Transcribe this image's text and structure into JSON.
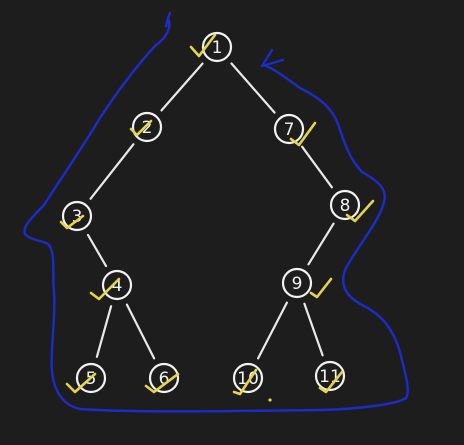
{
  "diagram": {
    "type": "binary-tree-traversal-sketch",
    "nodes": [
      {
        "id": "n1",
        "label": "1"
      },
      {
        "id": "n2",
        "label": "2"
      },
      {
        "id": "n3",
        "label": "3"
      },
      {
        "id": "n4",
        "label": "4"
      },
      {
        "id": "n5",
        "label": "5"
      },
      {
        "id": "n6",
        "label": "6"
      },
      {
        "id": "n7",
        "label": "7"
      },
      {
        "id": "n8",
        "label": "8"
      },
      {
        "id": "n9",
        "label": "9"
      },
      {
        "id": "n10",
        "label": "10"
      },
      {
        "id": "n11",
        "label": "11"
      }
    ],
    "edges": [
      [
        "1",
        "2"
      ],
      [
        "2",
        "3"
      ],
      [
        "3",
        "4"
      ],
      [
        "4",
        "5"
      ],
      [
        "4",
        "6"
      ],
      [
        "1",
        "7"
      ],
      [
        "7",
        "8"
      ],
      [
        "8",
        "9"
      ],
      [
        "9",
        "10"
      ],
      [
        "9",
        "11"
      ]
    ],
    "visited_marks": [
      "1",
      "2",
      "3",
      "4",
      "5",
      "6",
      "7",
      "8",
      "9",
      "10",
      "11"
    ],
    "colors": {
      "background": "#1d1d1d",
      "tree": "#f2f2f2",
      "tick": "#e6d44a",
      "boundary_path": "#1c2cc8"
    }
  }
}
